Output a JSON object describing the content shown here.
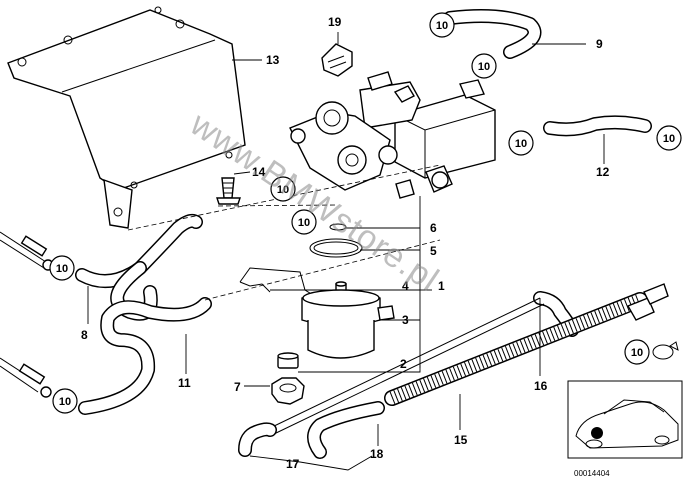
{
  "callouts": {
    "c1": "1",
    "c2": "2",
    "c3": "3",
    "c4": "4",
    "c5": "5",
    "c6": "6",
    "c7": "7",
    "c8": "8",
    "c9": "9",
    "c11": "11",
    "c12": "12",
    "c13": "13",
    "c14": "14",
    "c15": "15",
    "c16": "16",
    "c17": "17",
    "c18": "18",
    "c19": "19",
    "clamp": "10"
  },
  "watermark": "www.BMWstore.pl",
  "diagram_code": "00014404"
}
